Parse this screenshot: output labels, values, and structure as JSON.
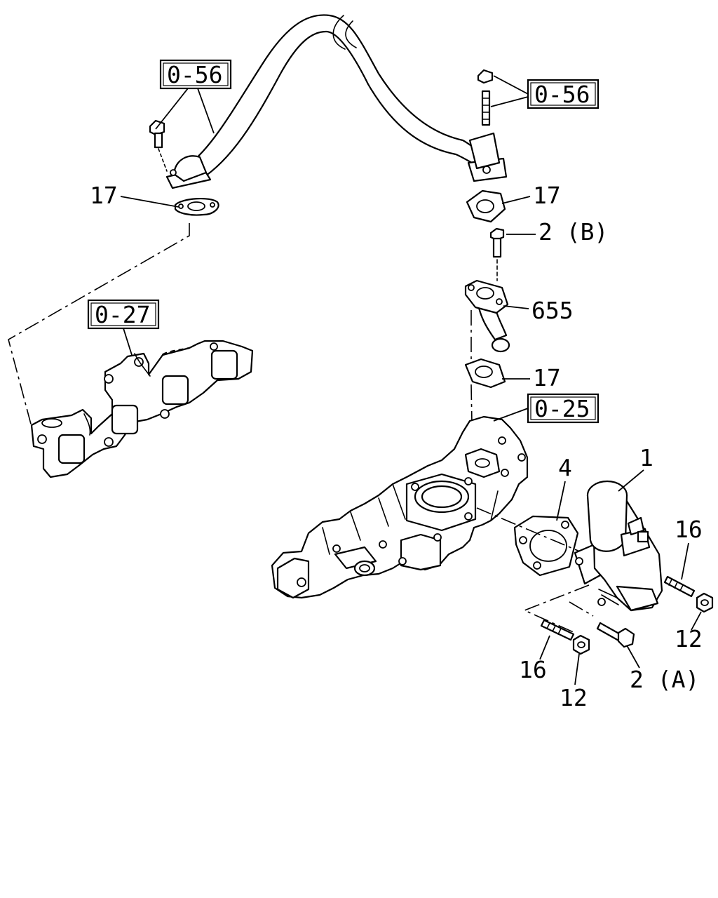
{
  "references": [
    {
      "id": "ref-0-56-left",
      "text": "0-56"
    },
    {
      "id": "ref-0-56-right",
      "text": "0-56"
    },
    {
      "id": "ref-0-27",
      "text": "0-27"
    },
    {
      "id": "ref-0-25",
      "text": "0-25"
    }
  ],
  "callouts": {
    "p17_left": "17",
    "p17_upper": "17",
    "p2b": "2 (B)",
    "p655": "655",
    "p17_lower": "17",
    "p4": "4",
    "p1": "1",
    "p16_right": "16",
    "p12_right": "12",
    "p16_left": "16",
    "p12_left": "12",
    "p2a": "2 (A)"
  }
}
